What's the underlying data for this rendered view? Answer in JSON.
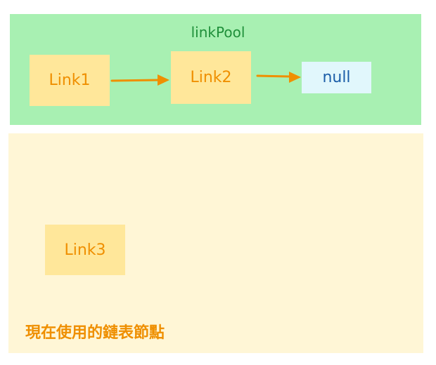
{
  "pool": {
    "title": "linkPool",
    "nodes": [
      {
        "label": "Link1"
      },
      {
        "label": "Link2"
      },
      {
        "label": "null"
      }
    ]
  },
  "current": {
    "label": "現在使用的鏈表節點",
    "node": {
      "label": "Link3"
    }
  },
  "colors": {
    "pool_background": "#a8f0b2",
    "pool_title": "#1f8f3a",
    "node_background": "#ffe79a",
    "node_text": "#ef8f00",
    "null_background": "#e1f7fc",
    "null_text": "#1c5ea8",
    "current_background": "#fff6d6",
    "arrow": "#ef8f00"
  }
}
